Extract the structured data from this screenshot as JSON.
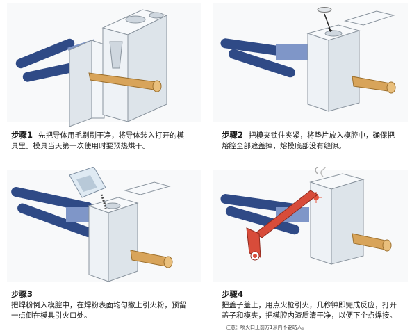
{
  "steps": [
    {
      "label": "步骤1",
      "line1": "先把导体用毛刷刷干净，将导体装入打开的模",
      "line2": "具里。模具当天第一次使用时要预热烘干。"
    },
    {
      "label": "步骤2",
      "line1": "把模夹锁住夹紧，将垫片放入模腔中，确保把",
      "line2": "熔腔全部遮盖掉，熔模底部没有缝隙。"
    },
    {
      "label": "步骤3",
      "line1": "把焊粉倒入模腔中，在焊粉表面均匀撒上引火粉，预留",
      "line2": "一点倒在模具引火口处。"
    },
    {
      "label": "步骤4",
      "line1": "把盖子盖上，用点火枪引火，几秒钟即完成反应，打开",
      "line2": "盖子和模夹，把模腔内渣质清干净，以便下个点焊接。"
    }
  ],
  "note": "注意：喷火口正前方1米内不要站人。",
  "colors": {
    "mold": "#e9eef3",
    "handle": "#2f4a86",
    "copper": "#d8a45a",
    "lid_red": "#d84c3a"
  }
}
